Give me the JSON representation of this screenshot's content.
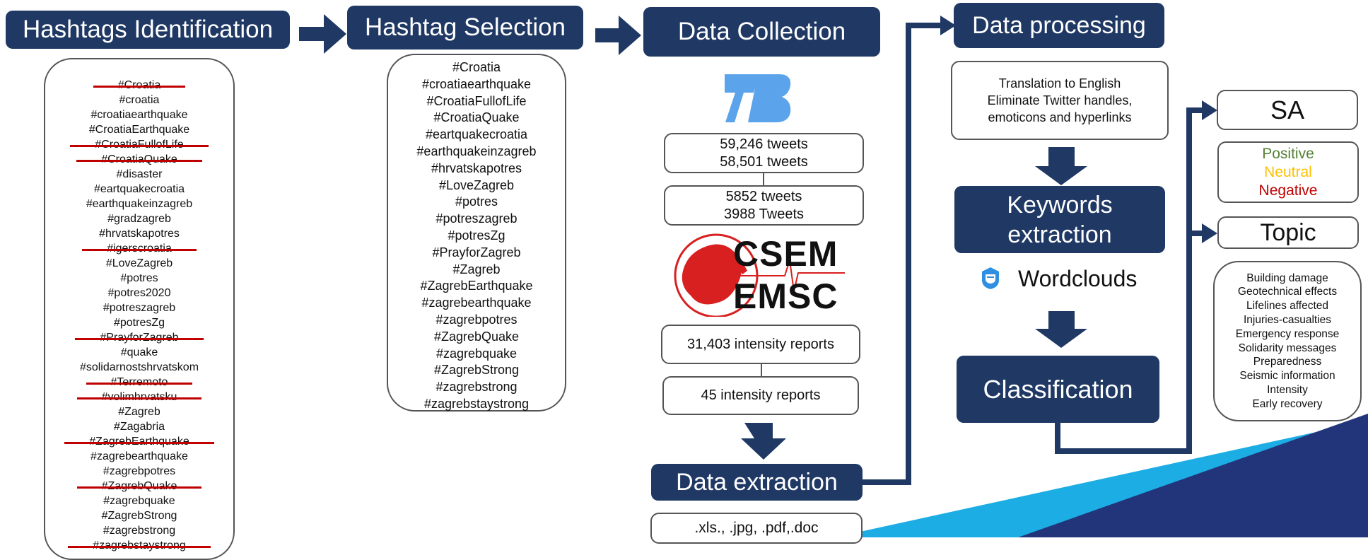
{
  "headers": {
    "identification": "Hashtags Identification",
    "selection": "Hashtag Selection",
    "collection": "Data Collection",
    "processing": "Data processing",
    "extraction": "Data extraction",
    "keywords": "Keywords extraction",
    "classification": "Classification"
  },
  "identification_list": [
    {
      "t": "#Croatia",
      "struck": true
    },
    {
      "t": "#croatia",
      "struck": false
    },
    {
      "t": "#croatiaearthquake",
      "struck": false
    },
    {
      "t": "#CroatiaEarthquake",
      "struck": false
    },
    {
      "t": "#CroatiaFullofLife",
      "struck": true
    },
    {
      "t": "#CroatiaQuake",
      "struck": true
    },
    {
      "t": "#disaster",
      "struck": false
    },
    {
      "t": "#eartquakecroatia",
      "struck": false
    },
    {
      "t": "#earthquakeinzagreb",
      "struck": false
    },
    {
      "t": "#gradzagreb",
      "struck": false
    },
    {
      "t": "#hrvatskapotres",
      "struck": false
    },
    {
      "t": "#igerscroatia",
      "struck": true
    },
    {
      "t": "#LoveZagreb",
      "struck": false
    },
    {
      "t": "#potres",
      "struck": false
    },
    {
      "t": "#potres2020",
      "struck": false
    },
    {
      "t": "#potreszagreb",
      "struck": false
    },
    {
      "t": "#potresZg",
      "struck": false
    },
    {
      "t": "#PrayforZagreb",
      "struck": true
    },
    {
      "t": "#quake",
      "struck": false
    },
    {
      "t": "#solidarnostshrvatskom",
      "struck": false
    },
    {
      "t": "#Terremoto",
      "struck": true
    },
    {
      "t": "#volimhrvatsku",
      "struck": true
    },
    {
      "t": "#Zagreb",
      "struck": false
    },
    {
      "t": "#Zagabria",
      "struck": false
    },
    {
      "t": "#ZagrebEarthquake",
      "struck": true
    },
    {
      "t": "#zagrebearthquake",
      "struck": false
    },
    {
      "t": "#zagrebpotres",
      "struck": false
    },
    {
      "t": "#ZagrebQuake",
      "struck": true
    },
    {
      "t": "#zagrebquake",
      "struck": false
    },
    {
      "t": "#ZagrebStrong",
      "struck": false
    },
    {
      "t": "#zagrebstrong",
      "struck": false
    },
    {
      "t": "#zagrebstaystrong",
      "struck": true
    }
  ],
  "selection_list": [
    "#Croatia",
    "#croatiaearthquake",
    "#CroatiaFullofLife",
    "#CroatiaQuake",
    "#eartquakecroatia",
    "#earthquakeinzagreb",
    "#hrvatskapotres",
    "#LoveZagreb",
    "#potres",
    "#potreszagreb",
    "#potresZg",
    "#PrayforZagreb",
    "#Zagreb",
    "#ZagrebEarthquake",
    "#zagrebearthquake",
    "#zagrebpotres",
    "#ZagrebQuake",
    "#zagrebquake",
    "#ZagrebStrong",
    "#zagrebstrong",
    "#zagrebstaystrong"
  ],
  "collection": {
    "tweets_a": "59,246 tweets",
    "tweets_b": "58,501 tweets",
    "tweets_c": "5852 tweets",
    "tweets_d": "3988 Tweets",
    "logo_top": "CSEM",
    "logo_bottom": "EMSC",
    "reports_a": "31,403 intensity reports",
    "reports_b": "45 intensity reports",
    "formats": ".xls., .jpg, .pdf,.doc",
    "twitter_logo_icon": "twitter-bird-icon"
  },
  "processing": {
    "line1": "Translation to English",
    "line2": "Eliminate Twitter handles,",
    "line3": "emoticons and hyperlinks",
    "wordclouds": "Wordclouds"
  },
  "outputs": {
    "sa": "SA",
    "positive": "Positive",
    "neutral": "Neutral",
    "negative": "Negative",
    "topic": "Topic",
    "topics": [
      "Building damage",
      "Geotechnical effects",
      "Lifelines affected",
      "Injuries-casualties",
      "Emergency response",
      "Solidarity messages",
      "Preparedness",
      "Seismic information",
      "Intensity",
      "Early recovery"
    ]
  },
  "colors": {
    "navy": "#1f3864",
    "strike": "#c00000",
    "positive": "#548235",
    "neutral": "#ffc000",
    "negative": "#c00000",
    "light_blue": "#1cade4"
  }
}
